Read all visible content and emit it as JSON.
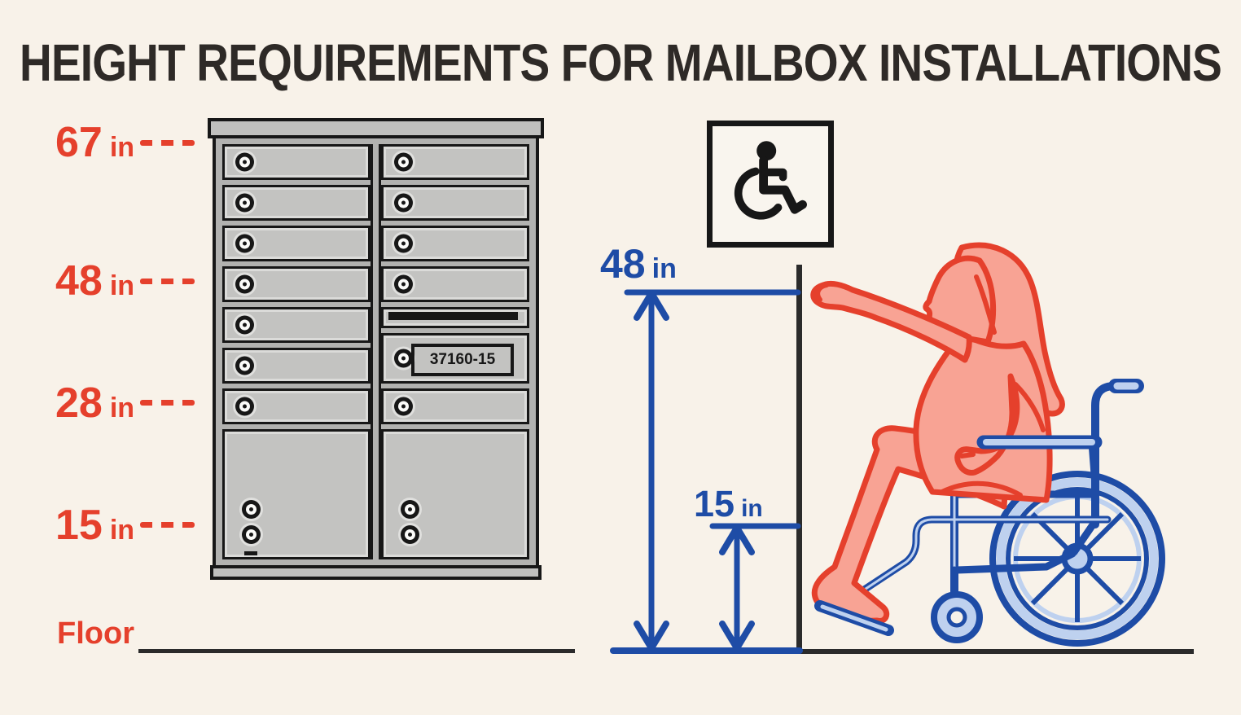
{
  "title": "HEIGHT REQUIREMENTS FOR MAILBOX INSTALLATIONS",
  "left_scale": {
    "markers": [
      {
        "num": "67",
        "unit": "in"
      },
      {
        "num": "48",
        "unit": "in"
      },
      {
        "num": "28",
        "unit": "in"
      },
      {
        "num": "15",
        "unit": "in"
      }
    ],
    "floor_label": "Floor"
  },
  "mailbox": {
    "placard_label": "37160-15",
    "left_column_small_doors": 7,
    "right_column_small_doors": 5,
    "parcel_lockers": 2,
    "outgoing_mail_slots": 1
  },
  "dimensions": {
    "items": [
      {
        "num": "48",
        "unit": "in"
      },
      {
        "num": "15",
        "unit": "in"
      }
    ]
  },
  "icons": {
    "sign": "wheelchair-accessibility-icon",
    "lock": "mailbox-lock-icon"
  },
  "colors": {
    "background": "#F8F2E9",
    "accent_red": "#E5402C",
    "accent_blue": "#1E4CA6",
    "blue_fill": "#BED1EF",
    "skin": "#F8A394",
    "mailbox_gray": "#C3C3C1",
    "outline_black": "#171717"
  }
}
